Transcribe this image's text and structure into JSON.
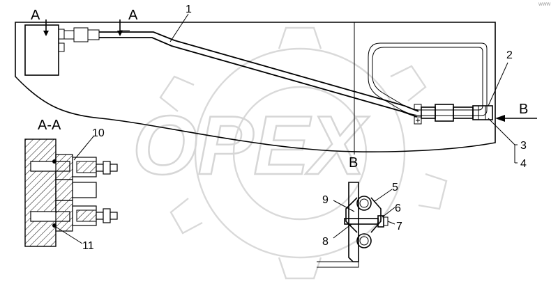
{
  "section_labels": {
    "view_a_left": "A",
    "view_a_right": "A",
    "section_aa": "A-A",
    "view_b": "B",
    "view_b_arrow": "B"
  },
  "callouts": [
    "1",
    "2",
    "3",
    "4",
    "5",
    "6",
    "7",
    "8",
    "9",
    "10",
    "11"
  ],
  "watermark": {
    "text": "OPEX",
    "corner_mark": "www"
  }
}
